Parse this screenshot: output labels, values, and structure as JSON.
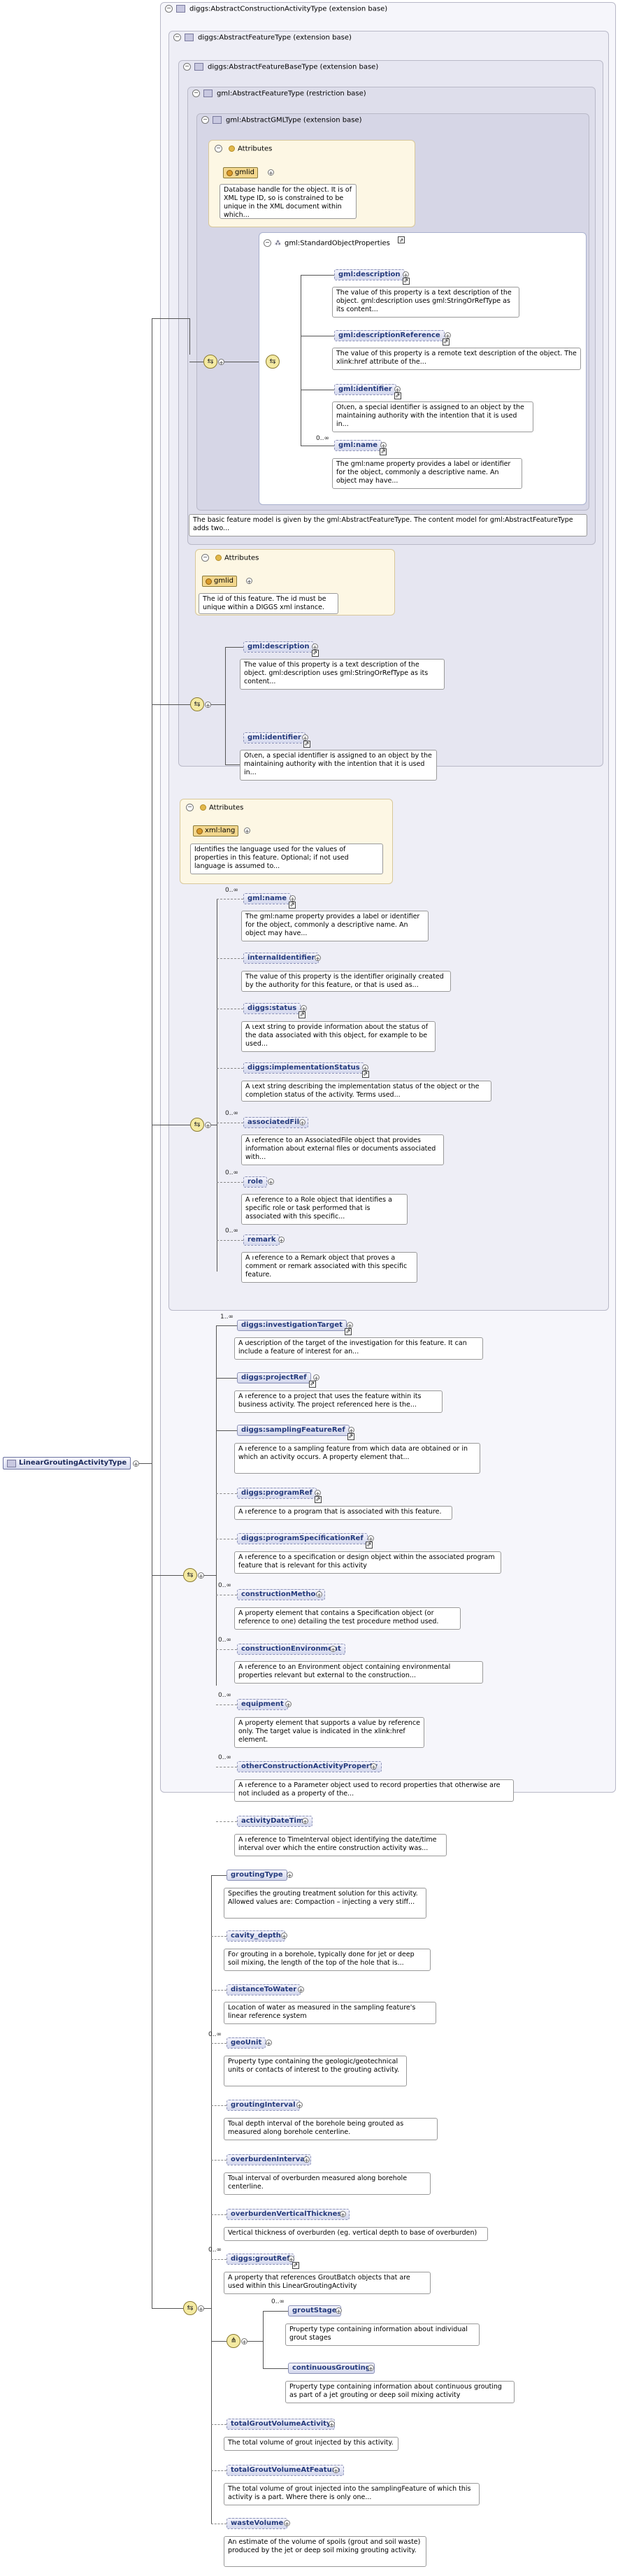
{
  "root": {
    "label": "LinearGroutingActivityType"
  },
  "frames": {
    "construction": "diggs:AbstractConstructionActivityType (extension base)",
    "feature": "diggs:AbstractFeatureType (extension base)",
    "featurebase": "diggs:AbstractFeatureBaseType (extension base)",
    "gmlfeature": "gml:AbstractFeatureType (restriction base)",
    "gmlobject": "gml:AbstractGMLType (extension base)"
  },
  "attributes_label": "Attributes",
  "gml_object": {
    "attr": {
      "name": "gmlid",
      "doc": "Database handle for the object. It is of XML type ID, so is constrained to be unique in the XML document within which..."
    },
    "std_group": "gml:StandardObjectProperties",
    "elements": [
      {
        "name": "gml:description",
        "card": "",
        "doc": "The value of this property is a text description of the object. gml:description uses gml:StringOrRefType as its content..."
      },
      {
        "name": "gml:descriptionReference",
        "card": "",
        "doc": "The value of this property is a remote text description of the object. The xlink:href attribute of the..."
      },
      {
        "name": "gml:identifier",
        "card": "",
        "doc": "Often, a special identifier is assigned to an object by the maintaining authority with the intention that it is used in..."
      },
      {
        "name": "gml:name",
        "card": "0..∞",
        "doc": "The gml:name property provides a label or identifier for the object, commonly a descriptive name. An object may have..."
      }
    ]
  },
  "gml_feature_doc": "The basic feature model is given by the gml:AbstractFeatureType. The content model for gml:AbstractFeatureType adds two...",
  "feature_base": {
    "attr": {
      "name": "gmlid",
      "doc": "The id of this feature. The id must be unique within a DIGGS xml instance."
    },
    "elements": [
      {
        "name": "gml:description",
        "doc": "The value of this property is a text description of the object. gml:description uses gml:StringOrRefType as its content..."
      },
      {
        "name": "gml:identifier",
        "doc": "Often, a special identifier is assigned to an object by the maintaining authority with the intention that it is used in..."
      }
    ]
  },
  "feature": {
    "attr": {
      "name": "xml:lang",
      "doc": "Identifies the language used for the values of properties in this feature. Optional; if not used language is assumed to..."
    },
    "elements": [
      {
        "name": "gml:name",
        "card": "0..∞",
        "doc": "The gml:name property provides a label or identifier for the object, commonly a descriptive name. An object may have..."
      },
      {
        "name": "internalIdentifier",
        "card": "",
        "doc": "The value of this property is the identifier originally created by the authority for this feature, or that is used as..."
      },
      {
        "name": "diggs:status",
        "card": "",
        "doc": "A text string to provide information about the status of the data associated with this object, for example to be used..."
      },
      {
        "name": "diggs:implementationStatus",
        "card": "",
        "doc": "A text string describing the implementation status of the object or the completion status of the activity. Terms used..."
      },
      {
        "name": "associatedFile",
        "card": "0..∞",
        "doc": "A reference to an AssociatedFile object that provides information about external files or documents associated with..."
      },
      {
        "name": "role",
        "card": "0..∞",
        "doc": "A reference to a Role object that identifies a specific role or task performed that is associated with this specific..."
      },
      {
        "name": "remark",
        "card": "0..∞",
        "doc": "A reference to a Remark object that proves a comment or remark associated with this specific feature."
      }
    ]
  },
  "construction": {
    "elements": [
      {
        "name": "diggs:investigationTarget",
        "card": "1..∞",
        "doc": "A description of the target of the investigation for this feature. It can include a feature of interest for an..."
      },
      {
        "name": "diggs:projectRef",
        "card": "",
        "doc": "A reference to a project that uses the feature within its business activity. The project referenced here is the..."
      },
      {
        "name": "diggs:samplingFeatureRef",
        "card": "",
        "doc": "A reference to a sampling feature from which data are obtained or in which an activity occurs. A property element that..."
      },
      {
        "name": "diggs:programRef",
        "card": "",
        "doc": "A reference to a program that is associated with this feature."
      },
      {
        "name": "diggs:programSpecificationRef",
        "card": "",
        "doc": "A reference to a specification or design object within the associated program feature that is relevant for this activity"
      },
      {
        "name": "constructionMethod",
        "card": "0..∞",
        "doc": "A property element that contains a Specification object (or reference to one) detailing the test procedure method used."
      },
      {
        "name": "constructionEnvironment",
        "card": "0..∞",
        "doc": "A reference to an Environment object containing environmental properties relevant but external to the construction..."
      },
      {
        "name": "equipment",
        "card": "0..∞",
        "doc": "A property element that supports a value by reference only. The target value is indicated in the xlink:href element."
      },
      {
        "name": "otherConstructionActivityProperty",
        "card": "0..∞",
        "doc": "A reference to a Parameter object used to record properties that otherwise are not included as a property of the..."
      },
      {
        "name": "activityDateTime",
        "card": "",
        "doc": "A reference to TimeInterval object identifying the date/time interval over which the entire construction activity was..."
      }
    ]
  },
  "local": {
    "elements": [
      {
        "name": "groutingType",
        "card": "",
        "doc": "Specifies the grouting treatment solution for this activity. Allowed values are: Compaction – injecting a very stiff..."
      },
      {
        "name": "cavity_depth",
        "card": "",
        "doc": "For grouting in a borehole, typically done for jet or deep soil mixing, the length of the top of the hole that is..."
      },
      {
        "name": "distanceToWater",
        "card": "",
        "doc": "Location of water as measured in the sampling feature's linear reference system"
      },
      {
        "name": "geoUnit",
        "card": "0..∞",
        "doc": "Property type containing the geologic/geotechnical units or contacts of interest to the grouting activity."
      },
      {
        "name": "groutingInterval",
        "card": "",
        "doc": "Total depth interval of the borehole being grouted as measured along borehole centerline."
      },
      {
        "name": "overburdenInterval",
        "card": "",
        "doc": "Total interval of overburden measured along borehole centerline."
      },
      {
        "name": "overburdenVerticalThickness",
        "card": "",
        "doc": "Vertical thickness of overburden (eg. vertical depth to base of overburden)"
      },
      {
        "name": "diggs:groutRef",
        "card": "0..∞",
        "doc": "A property that references GroutBatch objects that are used within this LinearGroutingActivity"
      }
    ],
    "choice": [
      {
        "name": "groutStage",
        "card": "0..∞",
        "doc": "Property type containing information about individual grout stages"
      },
      {
        "name": "continuousGrouting",
        "card": "",
        "doc": "Property type containing information about continuous grouting as part of a jet grouting or deep soil mixing activity"
      }
    ],
    "tail": [
      {
        "name": "totalGroutVolumeActivity",
        "card": "",
        "doc": "The total volume of grout injected by this activity."
      },
      {
        "name": "totalGroutVolumeAtFeature",
        "card": "",
        "doc": "The total volume of grout injected into the samplingFeature of which this activity is a part. Where there is only one..."
      },
      {
        "name": "wasteVolume",
        "card": "",
        "doc": "An estimate of the volume of spoils (grout and soil waste) produced by the jet or deep soil mixing grouting activity."
      }
    ]
  }
}
